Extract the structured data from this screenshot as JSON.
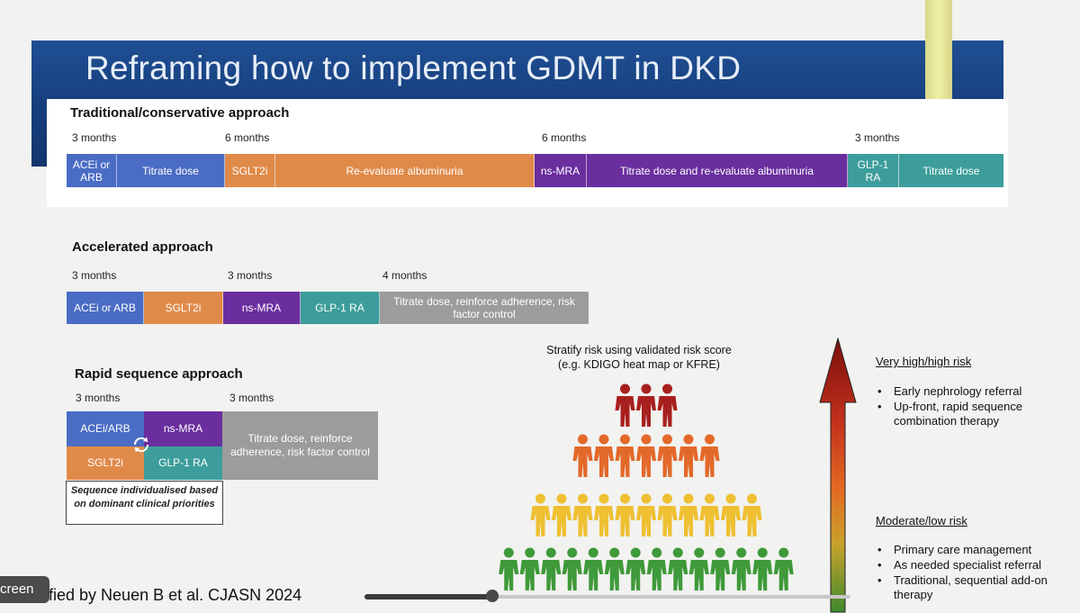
{
  "title": "Reframing how to implement GDMT in DKD",
  "traditional": {
    "heading": "Traditional/conservative approach",
    "durations": [
      "3 months",
      "6 months",
      "6 months",
      "3 months"
    ],
    "segments": [
      {
        "label": "ACEi or ARB",
        "color": "#4a6cc4"
      },
      {
        "label": "Titrate dose",
        "color": "#4a6cc4"
      },
      {
        "label": "SGLT2i",
        "color": "#e08a4a"
      },
      {
        "label": "Re-evaluate albuminuria",
        "color": "#e08a4a"
      },
      {
        "label": "ns-MRA",
        "color": "#6a2e9e"
      },
      {
        "label": "Titrate dose and re-evaluate albuminuria",
        "color": "#6a2e9e"
      },
      {
        "label": "GLP-1 RA",
        "color": "#3c9d9b"
      },
      {
        "label": "Titrate dose",
        "color": "#3c9d9b"
      }
    ]
  },
  "accelerated": {
    "heading": "Accelerated approach",
    "durations": [
      "3 months",
      "3 months",
      "4 months"
    ],
    "segments": [
      {
        "label": "ACEi or ARB",
        "color": "#4a6cc4"
      },
      {
        "label": "SGLT2i",
        "color": "#e08a4a"
      },
      {
        "label": "ns-MRA",
        "color": "#6a2e9e"
      },
      {
        "label": "GLP-1 RA",
        "color": "#3c9d9b"
      },
      {
        "label": "Titrate dose, reinforce adherence, risk factor control",
        "color": "#9c9c9c"
      }
    ]
  },
  "rapid": {
    "heading": "Rapid sequence approach",
    "durations": [
      "3 months",
      "3 months"
    ],
    "grid": [
      "ACEi/ARB",
      "ns-MRA",
      "SGLT2i",
      "GLP-1 RA"
    ],
    "titrate": "Titrate dose, reinforce adherence, risk factor control",
    "note": "Sequence individualised based on dominant clinical priorities"
  },
  "stratify": {
    "line1": "Stratify risk using validated risk score",
    "line2": "(e.g. KDIGO heat map or KFRE)"
  },
  "pyramid_rows": [
    {
      "count": 3,
      "color": "#a8201e"
    },
    {
      "count": 7,
      "color": "#e3692a"
    },
    {
      "count": 11,
      "color": "#eec032"
    },
    {
      "count": 14,
      "color": "#3f9a3a"
    }
  ],
  "risk_high": {
    "heading": "Very high/high risk",
    "items": [
      "Early nephrology referral",
      "Up-front,  rapid sequence combination therapy"
    ]
  },
  "risk_low": {
    "heading": "Moderate/low risk",
    "items": [
      "Primary care management",
      "As needed specialist referral",
      "Traditional, sequential add-on therapy"
    ]
  },
  "caption": "Modified by Neuen B et al. CJASN 2024",
  "screen_tab_label": "creen"
}
